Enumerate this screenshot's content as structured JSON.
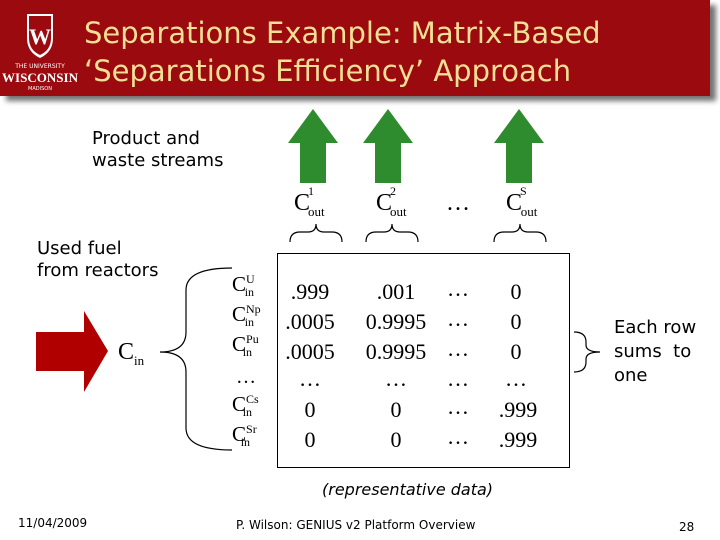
{
  "header": {
    "title_line1": "Separations Example: Matrix-Based",
    "title_line2": "‘Separations Efficiency’ Approach",
    "logo": {
      "small_text": "THE UNIVERSITY",
      "name": "WISCONSIN",
      "sub": "MADISON",
      "crest_letter": "W"
    },
    "colors": {
      "band": "#9b0a0f",
      "title": "#f3df96"
    }
  },
  "labels": {
    "product_line1": "Product and",
    "product_line2": "waste streams",
    "fuel_line1": "Used fuel",
    "fuel_line2": "from reactors",
    "rowsum_line1": "Each row",
    "rowsum_line2": "sums  to",
    "rowsum_line3": "one",
    "caption": "(representative data)"
  },
  "arrows": {
    "up_color": "#2e8b2e",
    "right_color": "#b00000",
    "up_count": 3
  },
  "columns": [
    {
      "base": "C",
      "sub": "out",
      "sup": "1"
    },
    {
      "base": "C",
      "sub": "out",
      "sup": "2"
    },
    {
      "ellipsis": "…"
    },
    {
      "base": "C",
      "sub": "out",
      "sup": "S"
    }
  ],
  "input_label": {
    "base": "C",
    "sub": "in"
  },
  "rows": [
    {
      "base": "C",
      "sub": "in",
      "sup": "U"
    },
    {
      "base": "C",
      "sub": "in",
      "sup": "Np"
    },
    {
      "base": "C",
      "sub": "in",
      "sup": "Pu"
    },
    {
      "ellipsis": "…"
    },
    {
      "base": "C",
      "sub": "in",
      "sup": "Cs"
    },
    {
      "base": "C",
      "sub": "in",
      "sup": "Sr"
    }
  ],
  "matrix": [
    [
      ".999",
      ".001",
      "…",
      "0"
    ],
    [
      ".0005",
      "0.9995",
      "…",
      "0"
    ],
    [
      ".0005",
      "0.9995",
      "…",
      "0"
    ],
    [
      "…",
      "…",
      "…",
      "…"
    ],
    [
      "0",
      "0",
      "…",
      ".999"
    ],
    [
      "0",
      "0",
      "…",
      ".999"
    ]
  ],
  "footer": {
    "date": "11/04/2009",
    "center": "P. Wilson: GENIUS v2 Platform Overview",
    "page": "28"
  }
}
